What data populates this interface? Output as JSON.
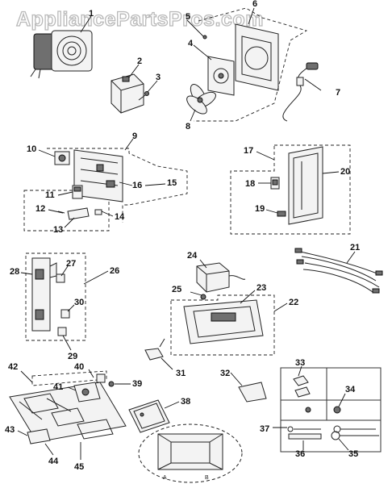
{
  "watermark": "AppliancePartsPros.com",
  "callouts": [
    "1",
    "2",
    "3",
    "4",
    "5",
    "6",
    "7",
    "8",
    "9",
    "10",
    "11",
    "12",
    "13",
    "14",
    "15",
    "16",
    "17",
    "18",
    "19",
    "20",
    "21",
    "22",
    "23",
    "24",
    "25",
    "26",
    "27",
    "28",
    "29",
    "30",
    "31",
    "32",
    "33",
    "34",
    "35",
    "36",
    "37",
    "38",
    "39",
    "40",
    "41",
    "42",
    "43",
    "44",
    "45"
  ],
  "inset_labels": [
    "A",
    "B"
  ]
}
